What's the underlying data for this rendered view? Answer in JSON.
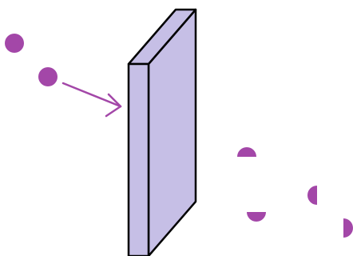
{
  "colors": {
    "background": "#ffffff",
    "barrier_fill": "#c6bfe6",
    "barrier_stroke": "#000000",
    "particle": "#a347a8",
    "arrow": "#a347a8"
  },
  "scene": {
    "barrier": {
      "shape": "rectangular-slab",
      "perspective": "oblique"
    },
    "incoming_particles": 2,
    "outgoing_fragments": 4,
    "arrow_direction": "toward-barrier"
  }
}
